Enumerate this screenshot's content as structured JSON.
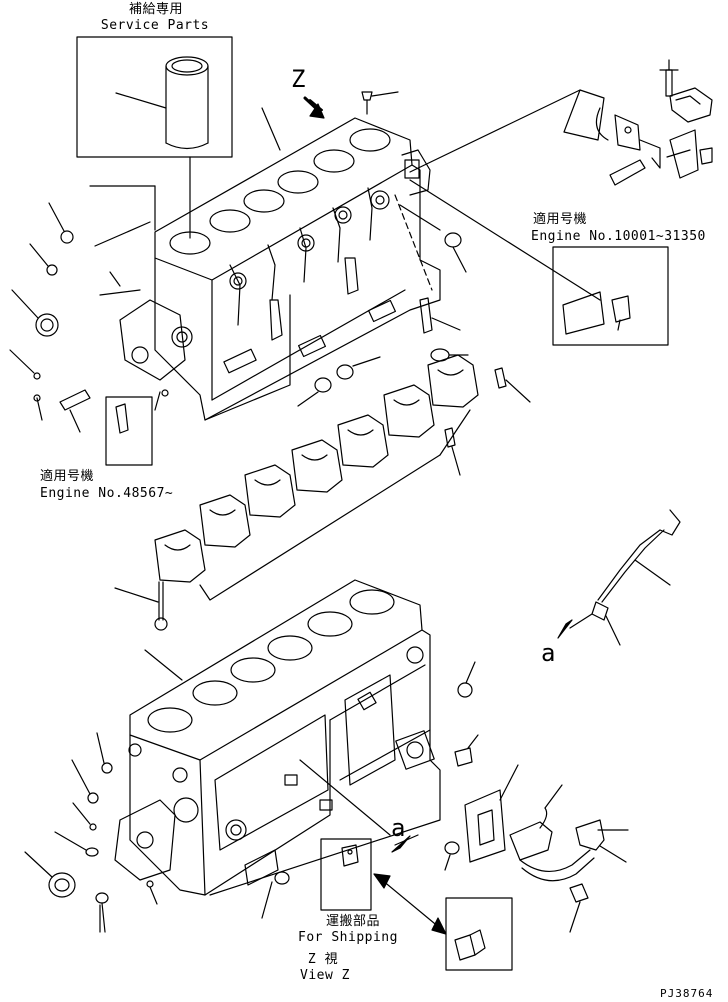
{
  "labels": {
    "service_parts_jp": "補給専用",
    "service_parts_en": "Service Parts",
    "view_arrow_z": "Z",
    "applicable_jp_1": "適用号機",
    "engine_no_range_1": "Engine No.10001~31350",
    "applicable_jp_2": "適用号機",
    "engine_no_range_2": "Engine No.48567~",
    "pointer_a_1": "a",
    "pointer_a_2": "a",
    "for_shipping_jp": "運搬部品",
    "for_shipping_en": "For Shipping",
    "view_z_jp": "Z 視",
    "view_z_en": "View Z",
    "figure_code": "PJ38764"
  }
}
